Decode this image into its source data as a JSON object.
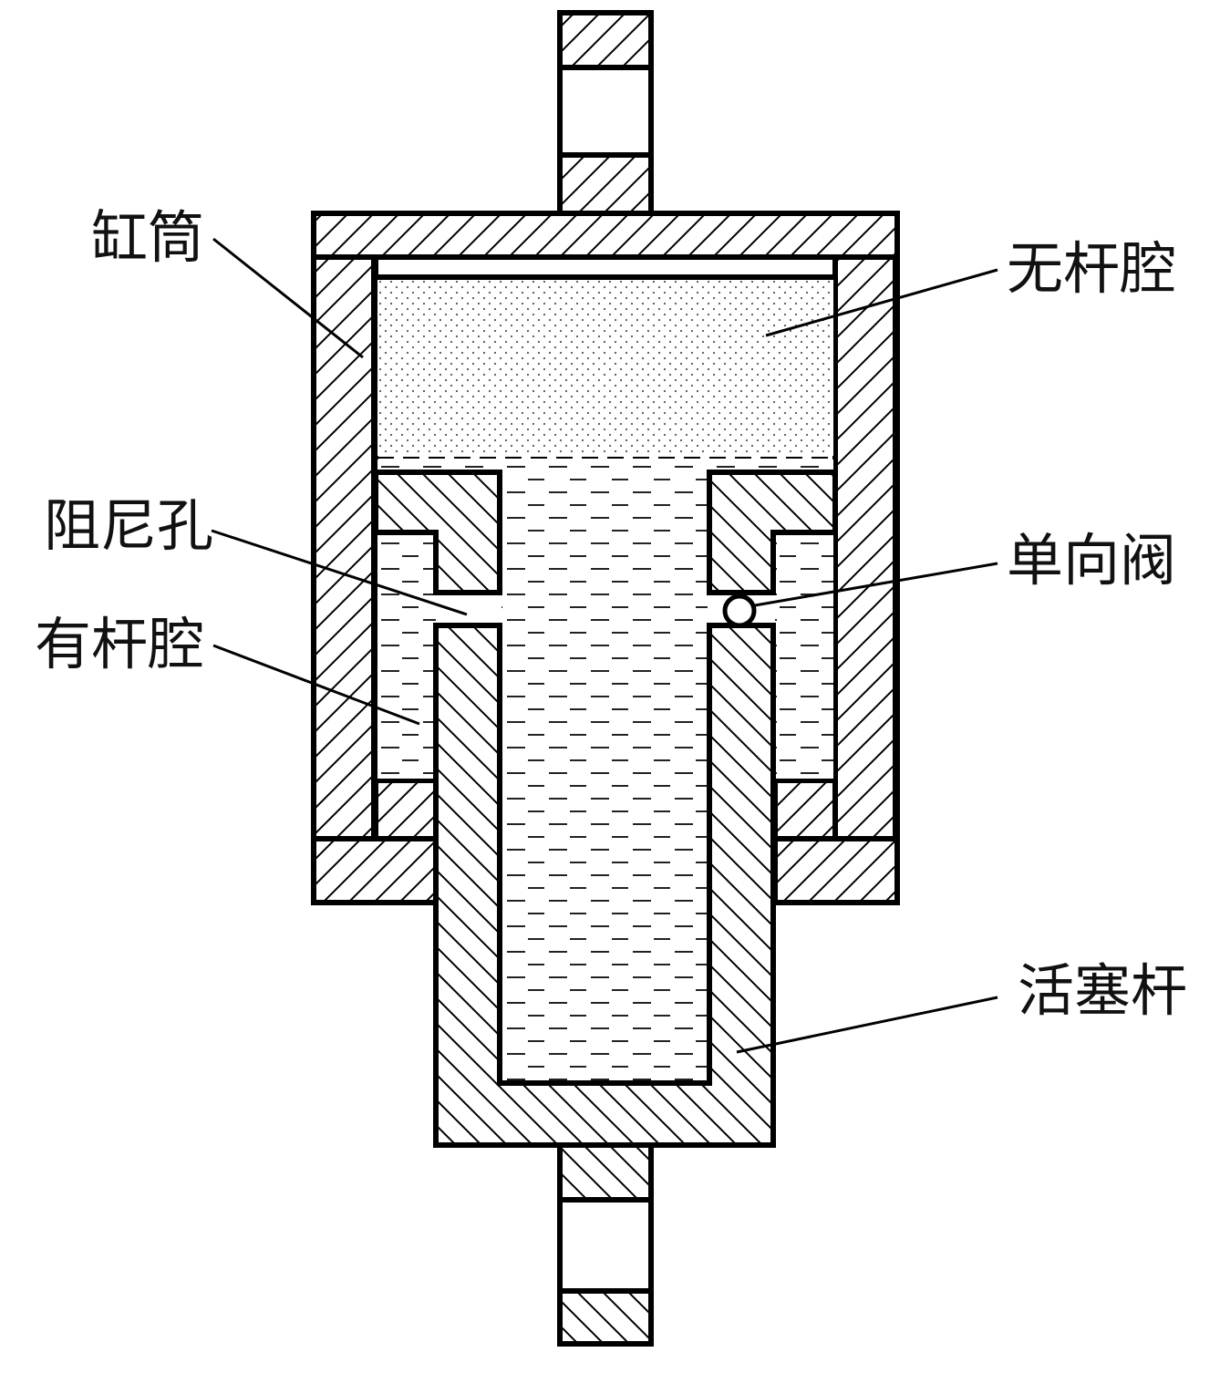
{
  "diagram": {
    "labels": {
      "cylinder": "缸筒",
      "rodless_chamber": "无杆腔",
      "damping_hole": "阻尼孔",
      "check_valve": "单向阀",
      "rod_chamber": "有杆腔",
      "piston_rod": "活塞杆"
    },
    "colors": {
      "line": "#000000",
      "background": "#ffffff"
    }
  }
}
